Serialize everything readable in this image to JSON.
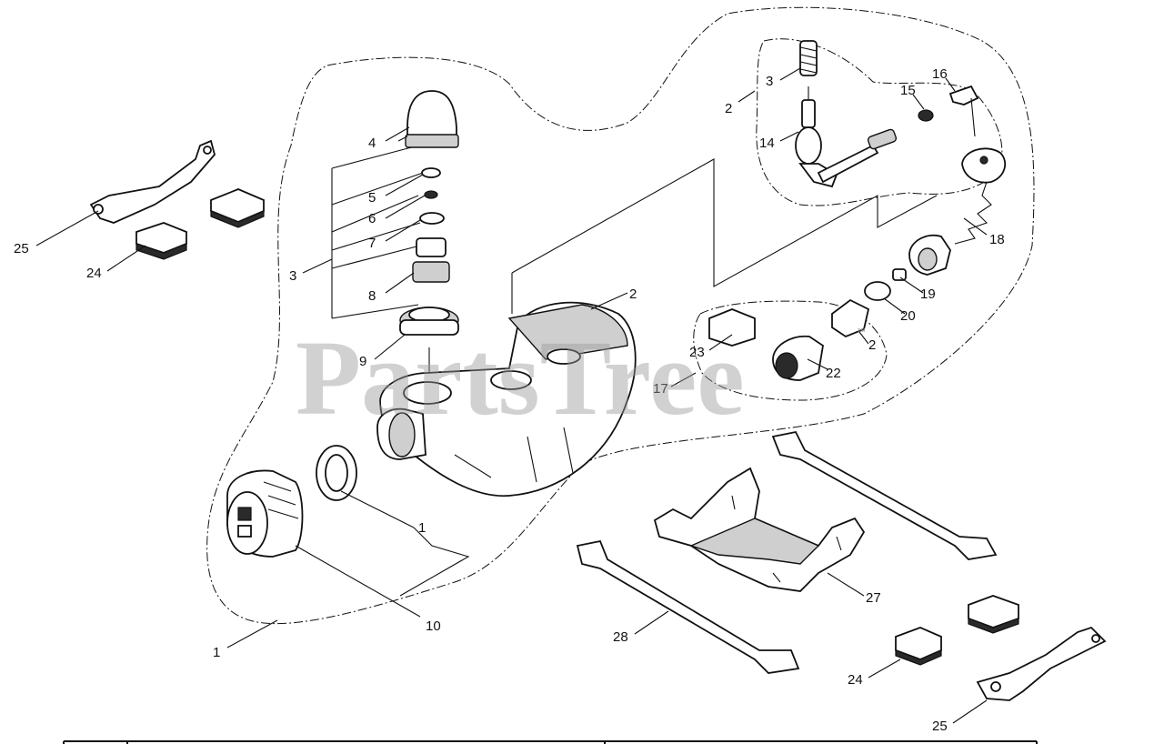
{
  "watermark": {
    "text": "PartsTree",
    "tm": "™"
  },
  "callouts": {
    "c1_tank": "1",
    "c1_cap": "1",
    "c2_right": "2",
    "c2_upper": "2",
    "c2_small": "2",
    "c3_left": "3",
    "c3_top": "3",
    "c4": "4",
    "c5": "5",
    "c6": "6",
    "c7": "7",
    "c8": "8",
    "c9": "9",
    "c10": "10",
    "c14": "14",
    "c15": "15",
    "c16": "16",
    "c17": "17",
    "c18": "18",
    "c19": "19",
    "c20": "20",
    "c22": "22",
    "c23": "23",
    "c24_left": "24",
    "c24_right": "24",
    "c25_left": "25",
    "c25_right": "25",
    "c27": "27",
    "c28": "28"
  }
}
